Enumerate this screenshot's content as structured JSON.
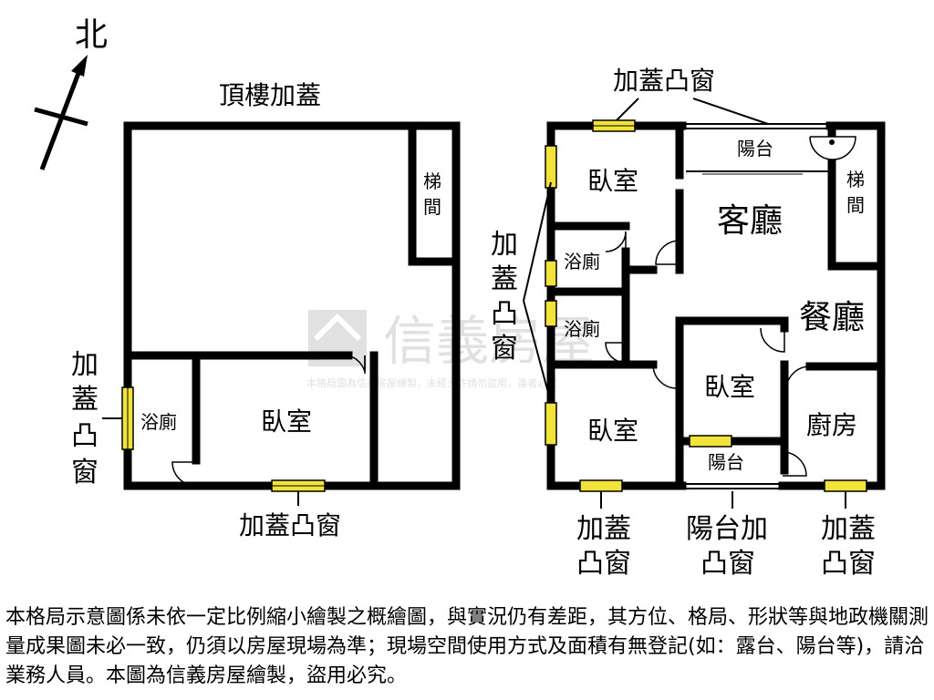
{
  "compass": {
    "label": "北"
  },
  "rooftop": {
    "title": "頂樓加蓋",
    "stair": [
      "梯",
      "間"
    ],
    "bedroom": "臥室",
    "bath": "浴廁",
    "bay_window_left": [
      "加",
      "蓋",
      "凸",
      "窗"
    ],
    "bay_window_bottom": "加蓋凸窗"
  },
  "main_floor": {
    "bay_window_top": "加蓋凸窗",
    "balcony_top": "陽台",
    "living_room": "客廳",
    "dining_room": "餐廳",
    "stair": [
      "梯",
      "間"
    ],
    "bedroom_top_left": "臥室",
    "bath_1": "浴廁",
    "bath_2": "浴廁",
    "bay_window_side": [
      "加",
      "蓋",
      "凸",
      "窗"
    ],
    "bedroom_bottom_left": "臥室",
    "bedroom_middle": "臥室",
    "kitchen": "廚房",
    "balcony_bottom": "陽台",
    "callout_left": [
      "加蓋",
      "凸窗"
    ],
    "callout_middle": [
      "陽台加",
      "凸窗"
    ],
    "callout_right": [
      "加蓋",
      "凸窗"
    ]
  },
  "watermark": {
    "brand": "信義房屋",
    "notice": "本格局圖為信義房屋繪製，未經允許請勿盜用，違者必究"
  },
  "disclaimer": "本格局示意圖係未依一定比例縮小繪製之概繪圖，與實況仍有差距，其方位、格局、形狀等與地政機關測量成果圖未必一致，仍須以房屋現場為準；現場空間使用方式及面積有無登記(如：露台、陽台等)，請洽業務人員。本圖為信義房屋繪製，盜用必究。",
  "colors": {
    "wall": "#000000",
    "window": "#f2e33a",
    "watermark": "#c9c9c9"
  }
}
